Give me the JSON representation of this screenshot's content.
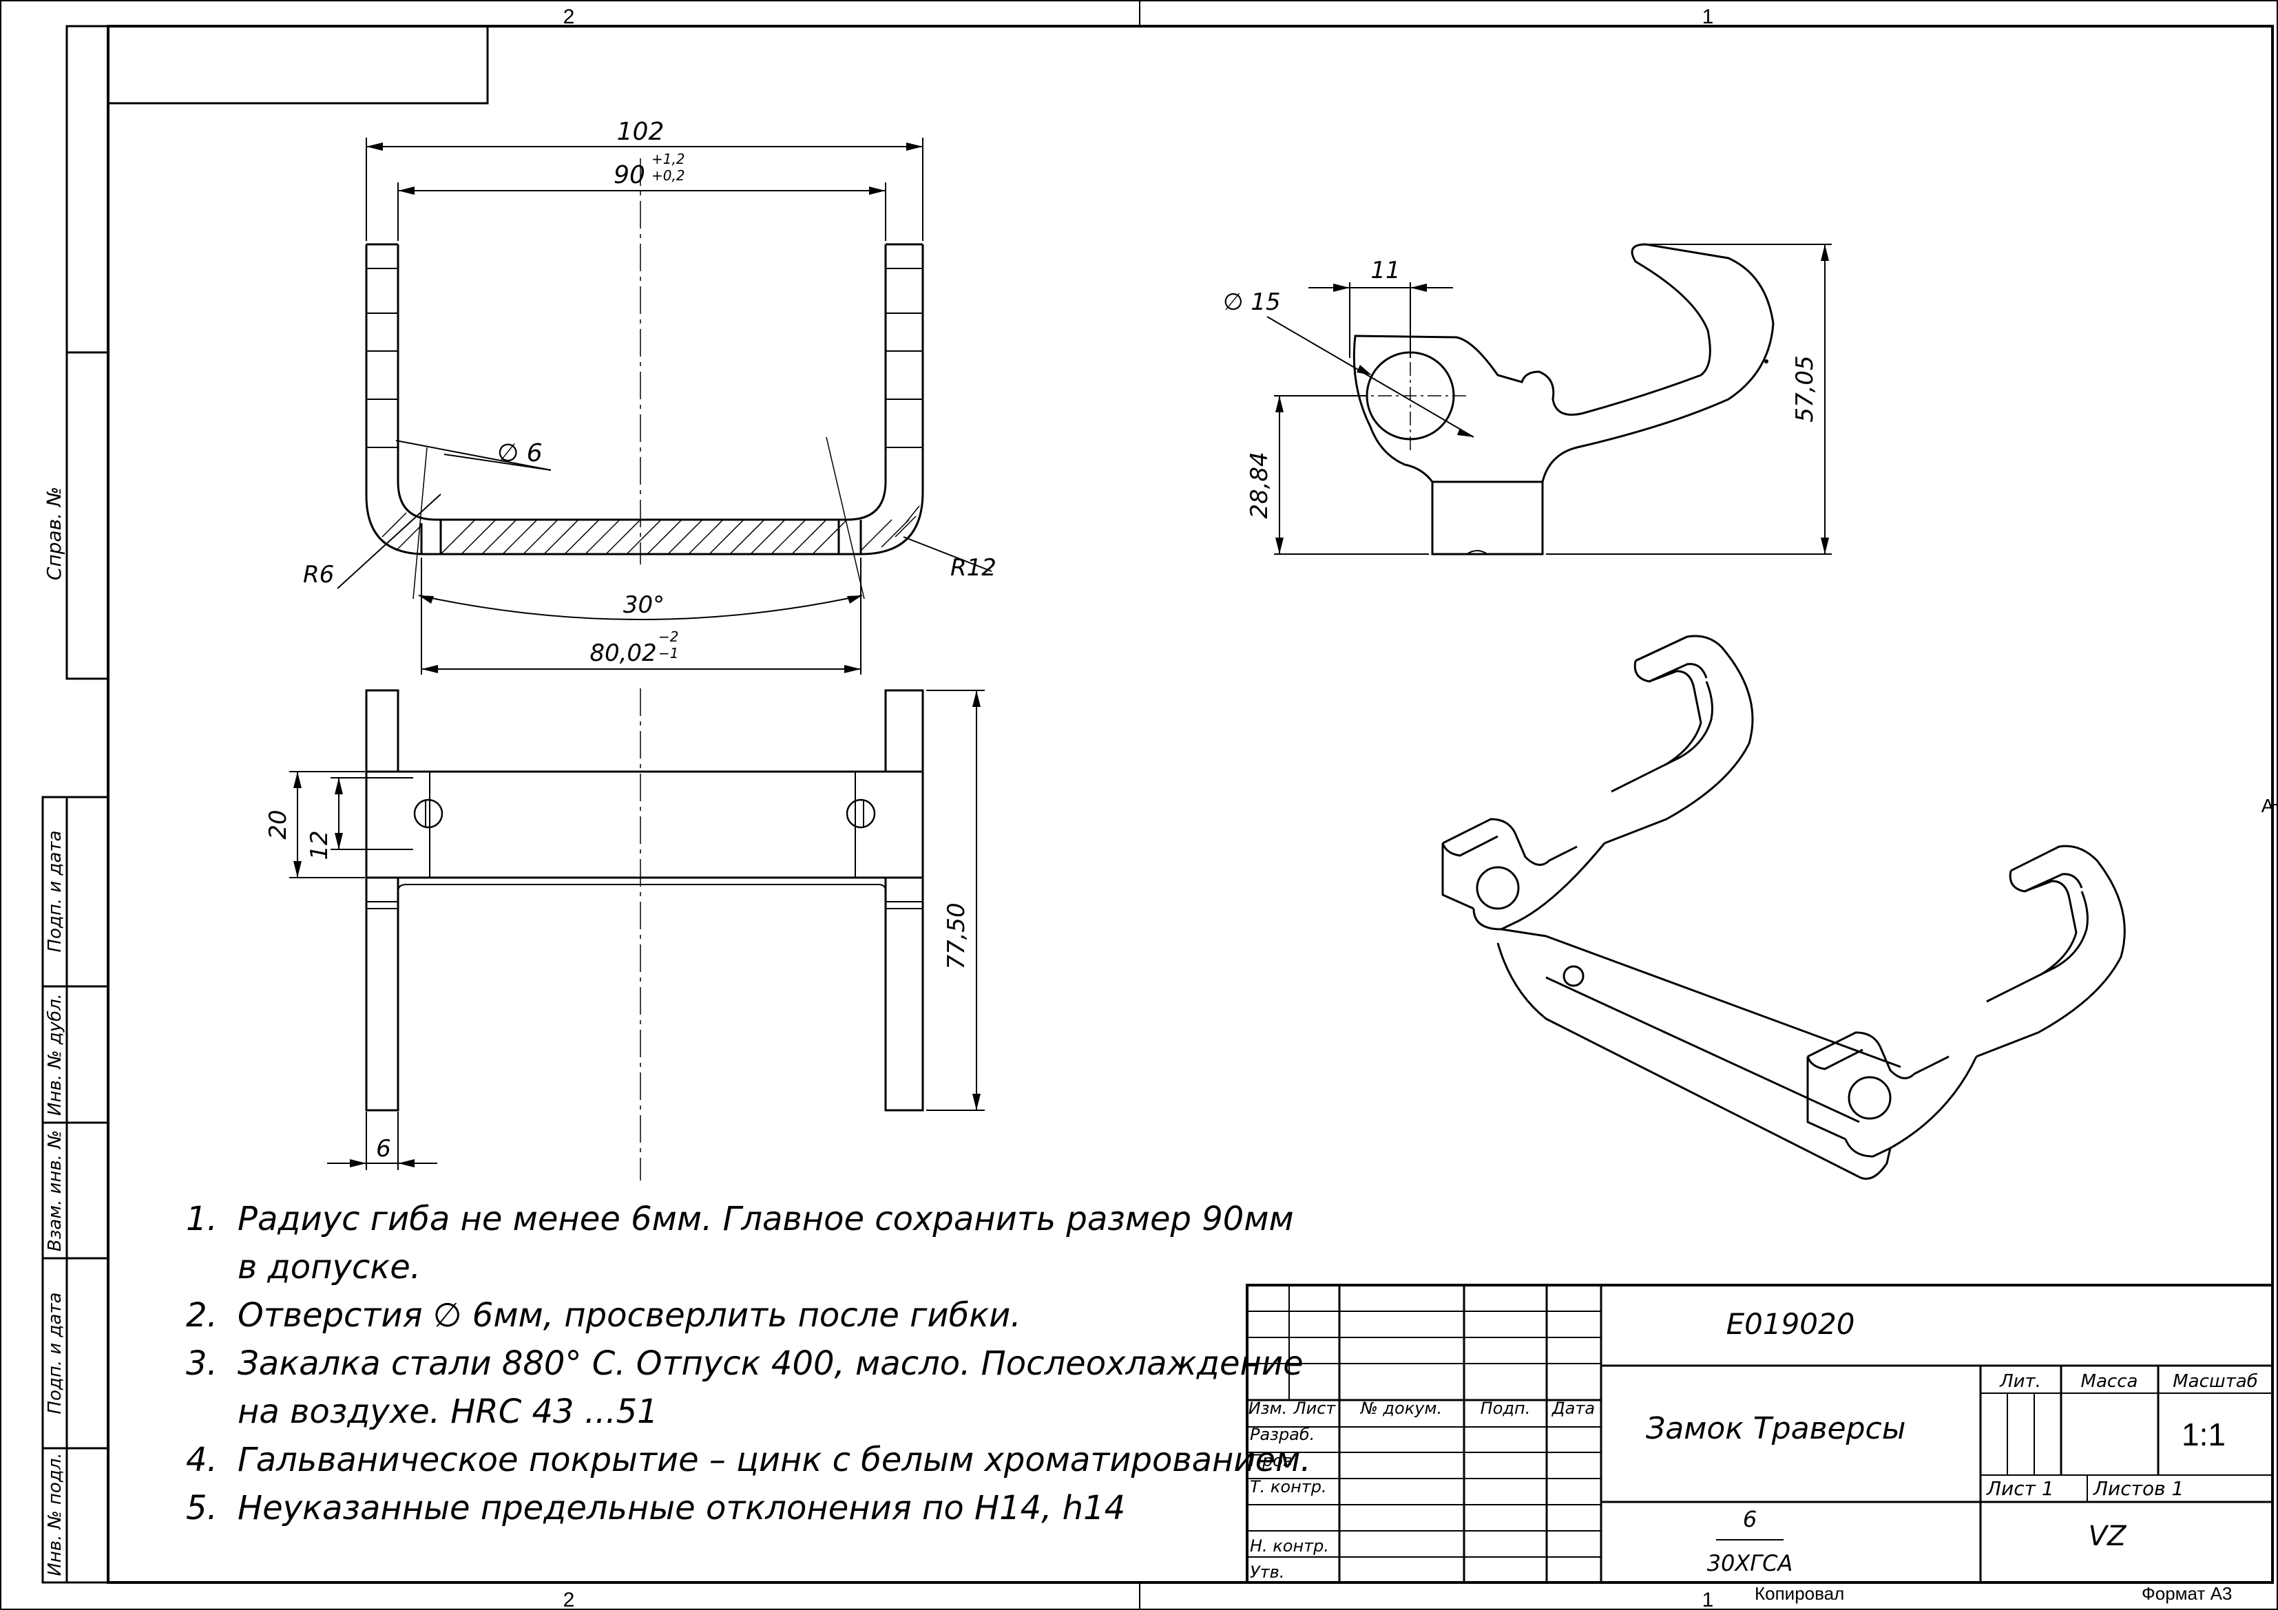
{
  "zones": {
    "top_left": "2",
    "top_right": "1",
    "bottom_left": "2",
    "bottom_right": "1",
    "right_side": "A"
  },
  "side_labels": [
    "Справ. №",
    "Подп. и дата",
    "Инв. № дубл.",
    "Взам. инв. №",
    "Подп. и дата",
    "Инв. № подл."
  ],
  "dims": {
    "d102": "102",
    "d90": "90",
    "d90_tol_up": "+1,2",
    "d90_tol_dn": "+0,2",
    "d6_hole": "∅ 6",
    "r6": "R6",
    "r12": "R12",
    "angle": "30°",
    "d80": "80,02",
    "d80_tol_up": "−2",
    "d80_tol_dn": "−1",
    "d20": "20",
    "d12": "12",
    "d7750": "77,50",
    "d6": "6",
    "d11": "11",
    "d15": "∅ 15",
    "d2884": "28,84",
    "d5705": "57,05"
  },
  "notes": [
    {
      "num": "1.",
      "lines": [
        "Радиус гиба  не менее 6мм. Главное сохранить размер 90мм",
        "в допуске."
      ]
    },
    {
      "num": "2.",
      "lines": [
        "Отверстия  ∅ 6мм, просверлить после гибки."
      ]
    },
    {
      "num": "3.",
      "lines": [
        "Закалка стали 880° С. Отпуск 400, масло. Послеохлаждение",
        "на воздухе. HRC 43 ...51"
      ]
    },
    {
      "num": "4.",
      "lines": [
        "Гальваническое покрытие – цинк с белым хроматированием."
      ]
    },
    {
      "num": "5.",
      "lines": [
        "Неуказанные предельные отклонения по Н14, h14"
      ]
    }
  ],
  "title_block": {
    "designation": "E019020",
    "name": "Замок Траверсы",
    "headers": {
      "izm": "Изм.",
      "list": "Лист",
      "doc": "№ докум.",
      "podp": "Подп.",
      "data": "Дата"
    },
    "rows": [
      "Разраб.",
      "Пров.",
      "Т. контр.",
      "Н. контр.",
      "Утв."
    ],
    "lit": "Лит.",
    "massa": "Масса",
    "masshtab": "Масштаб",
    "scale": "1:1",
    "sheet": "Лист 1",
    "sheets": "Листов 1",
    "material_top": "6",
    "material": "30ХГСА",
    "org": "VZ",
    "copied": "Копировал",
    "format": "Формат А3"
  }
}
